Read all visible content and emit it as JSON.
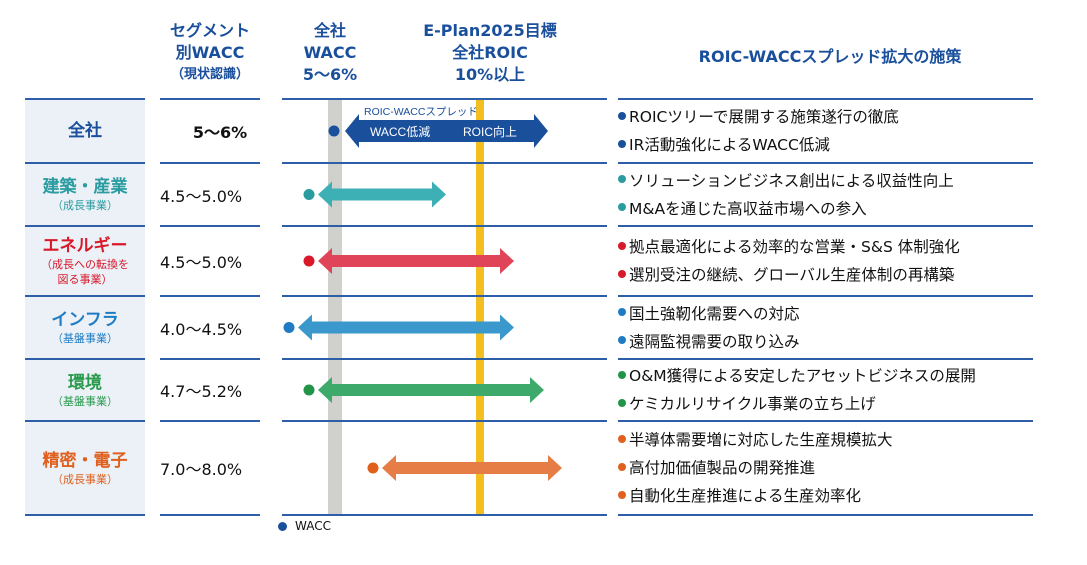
{
  "headers": {
    "segment_wacc": [
      "セグメント",
      "別WACC",
      "（現状認識）"
    ],
    "company_wacc": [
      "全社",
      "WACC",
      "5〜6%"
    ],
    "eplan_target": [
      "E-Plan2025目標",
      "全社ROIC",
      "10%以上"
    ],
    "measures_title": "ROIC-WACCスプレッド拡大の施策"
  },
  "colors": {
    "header_blue": "#1a4f9c",
    "rule_blue": "#2f5ea8",
    "cell_bg": "#ebf1f7",
    "company_wacc_band": "#d0d0cc",
    "roic_target_line": "#f2be22"
  },
  "arrow_labels": {
    "spread": "ROIC-WACCスプレッド",
    "wacc_reduction": "WACC低減",
    "roic_improvement": "ROIC向上"
  },
  "legend": {
    "wacc": "WACC"
  },
  "rows": [
    {
      "name": "全社",
      "sub": "",
      "wacc": "5〜6%",
      "name_color": "#1a4f9c",
      "dot_color": "#1a4f9c",
      "arrow_color": "#1a4f9c",
      "measures": [
        "ROICツリーで展開する施策遂行の徹底",
        "IR活動強化によるWACC低減"
      ]
    },
    {
      "name": "建築・産業",
      "sub": "（成長事業）",
      "wacc": "4.5〜5.0%",
      "name_color": "#2a9ca0",
      "dot_color": "#2a9ca0",
      "arrow_color": "#3cb0b4",
      "measures": [
        "ソリューションビジネス創出による収益性向上",
        "M&Aを通じた高収益市場への参入"
      ]
    },
    {
      "name": "エネルギー",
      "sub": "（成長への転換を図る事業）",
      "sub_lines": [
        "（成長への転換を",
        "図る事業）"
      ],
      "wacc": "4.5〜5.0%",
      "name_color": "#d9182a",
      "dot_color": "#d9182a",
      "arrow_color": "#e04458",
      "measures": [
        "拠点最適化による効率的な営業・S&S 体制強化",
        "選別受注の継続、グローバル生産体制の再構築"
      ]
    },
    {
      "name": "インフラ",
      "sub": "（基盤事業）",
      "wacc": "4.0〜4.5%",
      "name_color": "#1f7cc4",
      "dot_color": "#1f7cc4",
      "arrow_color": "#3a98cc",
      "measures": [
        "国土強靭化需要への対応",
        "遠隔監視需要の取り込み"
      ]
    },
    {
      "name": "環境",
      "sub": "（基盤事業）",
      "wacc": "4.7〜5.2%",
      "name_color": "#2a9a4c",
      "dot_color": "#229448",
      "arrow_color": "#3daa6c",
      "measures": [
        "O&M獲得による安定したアセットビジネスの展開",
        "ケミカルリサイクル事業の立ち上げ"
      ]
    },
    {
      "name": "精密・電子",
      "sub": "（成長事業）",
      "wacc": "7.0〜8.0%",
      "name_color": "#e0601e",
      "dot_color": "#e0601e",
      "arrow_color": "#e67c46",
      "measures": [
        "半導体需要増に対応した生産規模拡大",
        "高付加価値製品の開発推進",
        "自動化生産推進による生産効率化"
      ]
    }
  ]
}
